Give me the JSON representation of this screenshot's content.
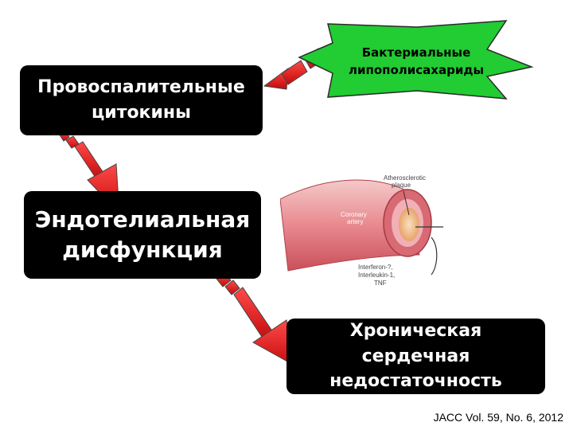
{
  "nodes": {
    "cytokines": "Провоспалительные\nцитокины",
    "endothelial": "Эндотелиальная\nдисфункция",
    "heart_failure": "Хроническая\nсердечная\nнедостаточность",
    "lps": "Бактериальные\nлипополисахариды"
  },
  "figure": {
    "plaque_label_1": "Atherosclerotic",
    "plaque_label_2": "plaque",
    "artery_label_1": "Coronary",
    "artery_label_2": "artery",
    "cyto_label_1": "Interferon-?,",
    "cyto_label_2": "Interleukin-1,",
    "cyto_label_3": "TNF"
  },
  "citation": "JACC Vol. 59, No. 6, 2012",
  "colors": {
    "box_fill": "#000000",
    "box_text": "#ffffff",
    "star_fill": "#22cc33",
    "arrow_fill": "#dd1111",
    "arrow_outline": "#444444"
  }
}
